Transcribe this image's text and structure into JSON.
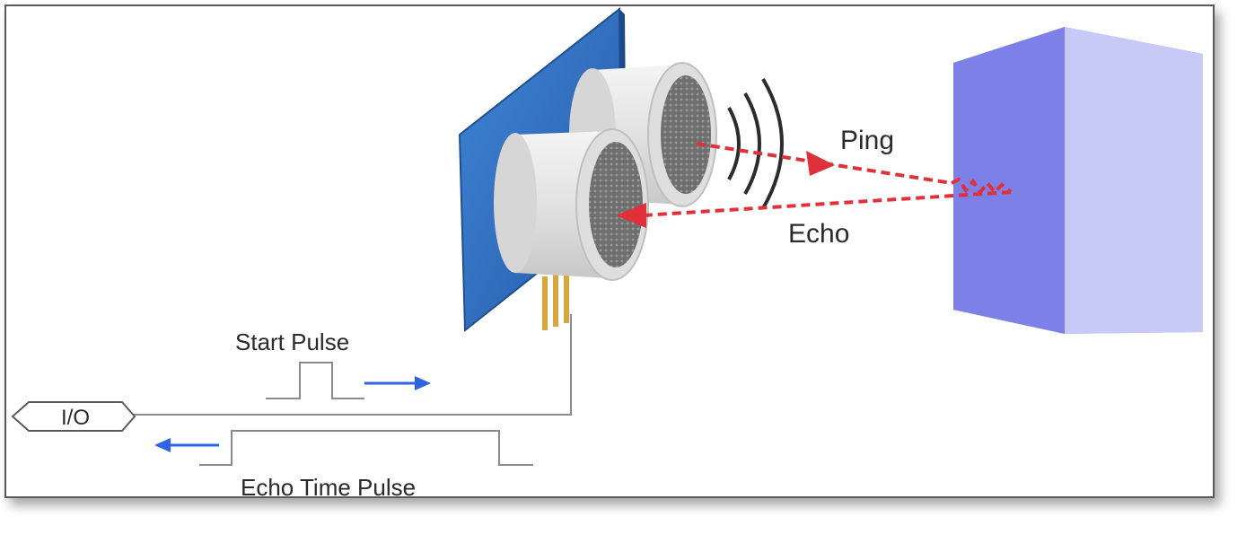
{
  "labels": {
    "ping": "Ping",
    "echo": "Echo",
    "start_pulse": "Start Pulse",
    "echo_time_pulse": "Echo Time Pulse",
    "io": "I/O"
  },
  "colors": {
    "frame_border": "#555555",
    "sensor_board": "#2f6fbf",
    "transducer_body": "#e8e8e8",
    "transducer_mesh": "#7a7a7a",
    "ping_echo_arrow": "#e0303a",
    "signal_arrow": "#2f63e0",
    "signal_line": "#888888",
    "object_front": "#7d80e6",
    "object_side": "#c7c9f7",
    "object_top": "#a5a7f0"
  }
}
